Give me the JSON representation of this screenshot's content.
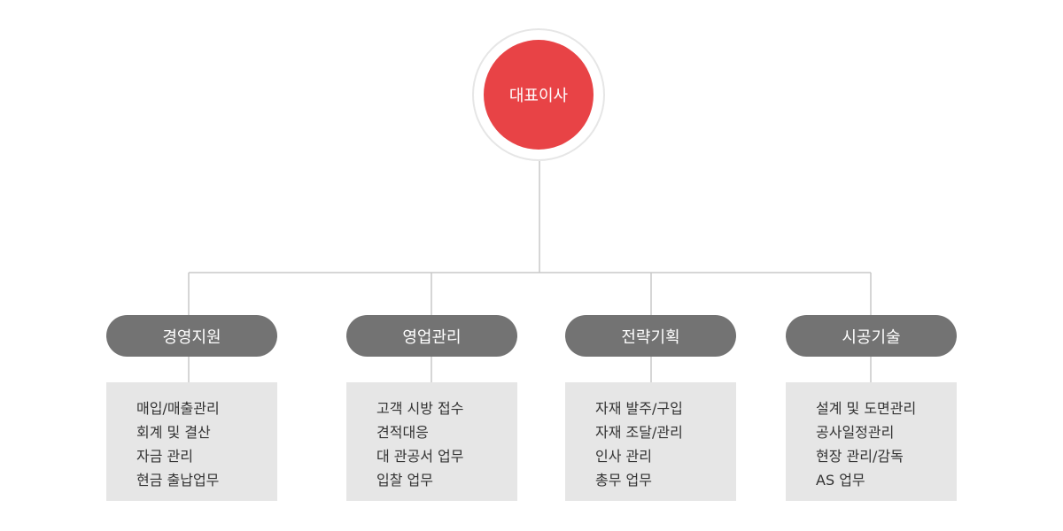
{
  "ceo": {
    "label": "대표이사"
  },
  "departments": [
    {
      "label": "경영지원",
      "duties": [
        "매입/매출관리",
        "회계 및 결산",
        "자금 관리",
        "현금 출납업무"
      ]
    },
    {
      "label": "영업관리",
      "duties": [
        "고객 시방 접수",
        "견적대응",
        "대 관공서 업무",
        "입찰 업무"
      ]
    },
    {
      "label": "전략기획",
      "duties": [
        "자재 발주/구입",
        "자재 조달/관리",
        "인사 관리",
        "총무 업무"
      ]
    },
    {
      "label": "시공기술",
      "duties": [
        "설계 및 도면관리",
        "공사일정관리",
        "현장 관리/감독",
        "AS 업무"
      ]
    }
  ],
  "colors": {
    "ceo": "#e84346",
    "department": "#737373",
    "duties_box": "#e6e6e6",
    "connector": "#c8c8c8"
  }
}
